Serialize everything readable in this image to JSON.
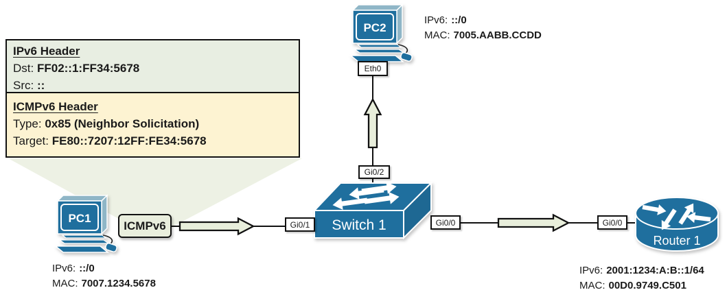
{
  "callout": {
    "ipv6": {
      "title": "IPv6 Header",
      "rows": [
        {
          "label": "Dst:",
          "value": "FF02::1:FF34:5678"
        },
        {
          "label": "Src:",
          "value": "::"
        }
      ]
    },
    "icmpv6": {
      "title": "ICMPv6 Header",
      "rows": [
        {
          "label": "Type:",
          "value": "0x85 (Neighbor Solicitation)"
        },
        {
          "label": "Target:",
          "value": "FE80::7207:12FF:FE34:5678"
        }
      ]
    }
  },
  "devices": {
    "pc1": {
      "name": "PC1",
      "ipv6_label": "IPv6:",
      "ipv6": "::/0",
      "mac_label": "MAC:",
      "mac": "7007.1234.5678"
    },
    "pc2": {
      "name": "PC2",
      "ipv6_label": "IPv6:",
      "ipv6": "::/0",
      "mac_label": "MAC:",
      "mac": "7005.AABB.CCDD"
    },
    "switch1": {
      "name": "Switch 1"
    },
    "router1": {
      "name": "Router 1",
      "ipv6_label": "IPv6:",
      "ipv6": "2001:1234:A:B::1/64",
      "mac_label": "MAC:",
      "mac": "00D0.9749.C501"
    }
  },
  "ports": {
    "pc2_eth0": "Eth0",
    "switch_gi0_2": "Gi0/2",
    "switch_gi0_1": "Gi0/1",
    "switch_gi0_0": "Gi0/0",
    "router_gi0_0": "Gi0/0"
  },
  "packet": {
    "label": "ICMPv6"
  },
  "icons": {
    "pc": "workstation-icon",
    "switch": "switch-icon",
    "router": "router-icon",
    "flow": "block-arrow-icon"
  },
  "colors": {
    "device_fill": "#1f6f9e",
    "device_depth": "#8fb6c7",
    "callout_ipv6_bg": "#e8eee2",
    "callout_icmpv6_bg": "#fdf3d2",
    "packet_fill": "#e9eedd",
    "pointer_fill": "#edf1e4",
    "line": "#111111"
  }
}
